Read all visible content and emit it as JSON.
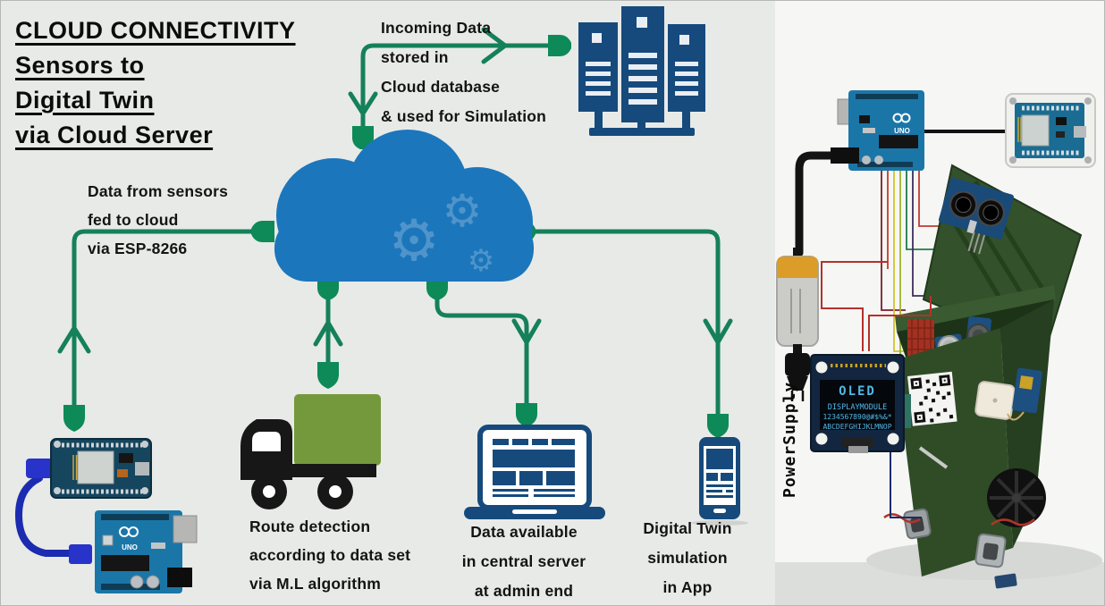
{
  "title": {
    "lines": [
      "CLOUD CONNECTIVITY",
      "Sensors to",
      "Digital Twin",
      "via Cloud Server"
    ]
  },
  "annotations": {
    "incoming_data": {
      "lines": [
        "Incoming Data",
        "stored in",
        "Cloud database",
        "& used for Simulation"
      ]
    },
    "data_from_sensors": {
      "lines": [
        "Data from sensors",
        "fed to cloud",
        "via ESP-8266"
      ]
    },
    "route_detection": {
      "lines": [
        "Route detection",
        "according to data set",
        "via M.L algorithm"
      ]
    },
    "data_available": {
      "lines": [
        "Data available",
        "in central server",
        "at admin end"
      ]
    },
    "digital_twin": {
      "lines": [
        "Digital Twin",
        "simulation",
        "in App"
      ]
    },
    "power_supply": "PowerSupply"
  },
  "oled": {
    "lines": [
      "OLED",
      "DISPLAYMODULE",
      "1234567890@#$%&*",
      "ABCDEFGHIJKLMNOP"
    ]
  },
  "boards": {
    "uno_label": "UNO"
  },
  "icons": {
    "gear": "⚙"
  },
  "colors": {
    "background": "#e8eae7",
    "panel": "#f6f7f4",
    "connector_green": "#15805c",
    "plug_green": "#0d8a57",
    "cloud_blue": "#1b76bc",
    "gear_blue": "#4f94ca",
    "navy": "#164a7d",
    "truck_green": "#74993c",
    "bin_green": "#2f4c27",
    "oled_text_blue": "#52b7e6"
  }
}
